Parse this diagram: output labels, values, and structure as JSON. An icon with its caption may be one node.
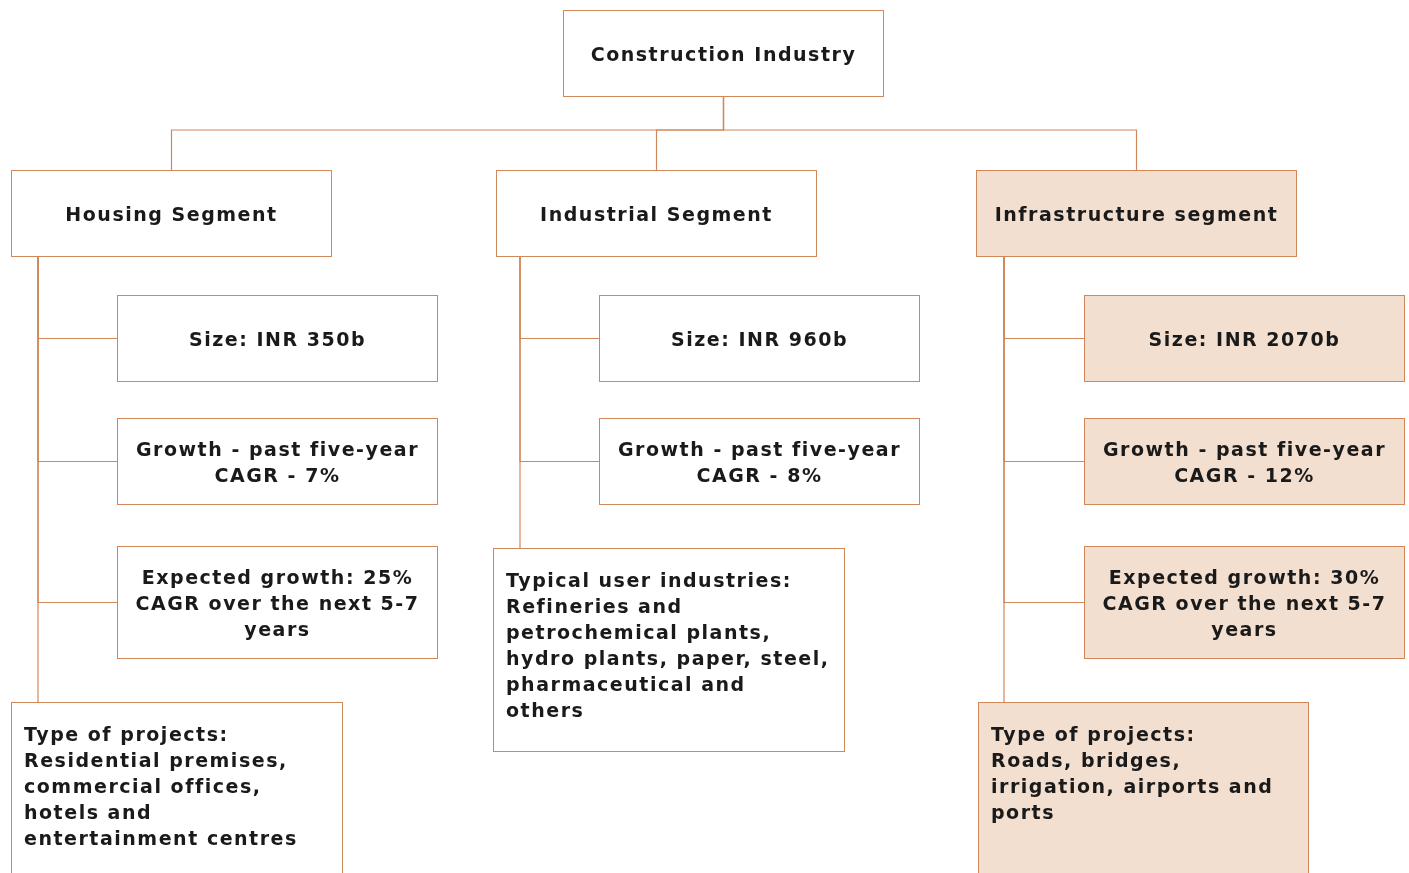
{
  "diagram": {
    "nodes": [
      {
        "text": [
          "Construction Industry"
        ]
      },
      {
        "text": [
          "Housing Segment"
        ]
      },
      {
        "text": [
          "Industrial Segment"
        ]
      },
      {
        "text": [
          "Infrastructure segment"
        ]
      },
      {
        "text": [
          "Size: INR 350b"
        ]
      },
      {
        "text": [
          "Growth - past five-year CAGR - 7%"
        ]
      },
      {
        "text": [
          "Expected growth: 25% CAGR over the next 5-7 years"
        ]
      },
      {
        "text": [
          "Type of projects:",
          "Residential premises, commercial offices, hotels and entertainment centres"
        ]
      },
      {
        "text": [
          "Size: INR 960b"
        ]
      },
      {
        "text": [
          "Growth - past five-year CAGR - 8%"
        ]
      },
      {
        "text": [
          "Typical user industries:",
          "Refineries and petrochemical plants, hydro plants, paper, steel, pharmaceutical and others"
        ]
      },
      {
        "text": [
          "Size: INR 2070b"
        ]
      },
      {
        "text": [
          "Growth - past five-year CAGR - 12%"
        ]
      },
      {
        "text": [
          "Expected growth: 30% CAGR over the next 5-7 years"
        ]
      },
      {
        "text": [
          "Type of projects:",
          "Roads, bridges, irrigation, airports and ports"
        ]
      }
    ],
    "edges": [
      {
        "from": 0,
        "to": 1,
        "arrow": "none"
      },
      {
        "from": 0,
        "to": 2,
        "arrow": "none"
      },
      {
        "from": 0,
        "to": 3,
        "arrow": "none"
      },
      {
        "from": 1,
        "to": 4,
        "arrow": "none"
      },
      {
        "from": 1,
        "to": 5,
        "arrow": "none"
      },
      {
        "from": 1,
        "to": 6,
        "arrow": "none"
      },
      {
        "from": 1,
        "to": 7,
        "arrow": "none"
      },
      {
        "from": 2,
        "to": 8,
        "arrow": "none"
      },
      {
        "from": 2,
        "to": 9,
        "arrow": "none"
      },
      {
        "from": 2,
        "to": 10,
        "arrow": "none"
      },
      {
        "from": 3,
        "to": 11,
        "arrow": "none"
      },
      {
        "from": 3,
        "to": 12,
        "arrow": "none"
      },
      {
        "from": 3,
        "to": 13,
        "arrow": "none"
      },
      {
        "from": 3,
        "to": 14,
        "arrow": "none"
      }
    ]
  }
}
